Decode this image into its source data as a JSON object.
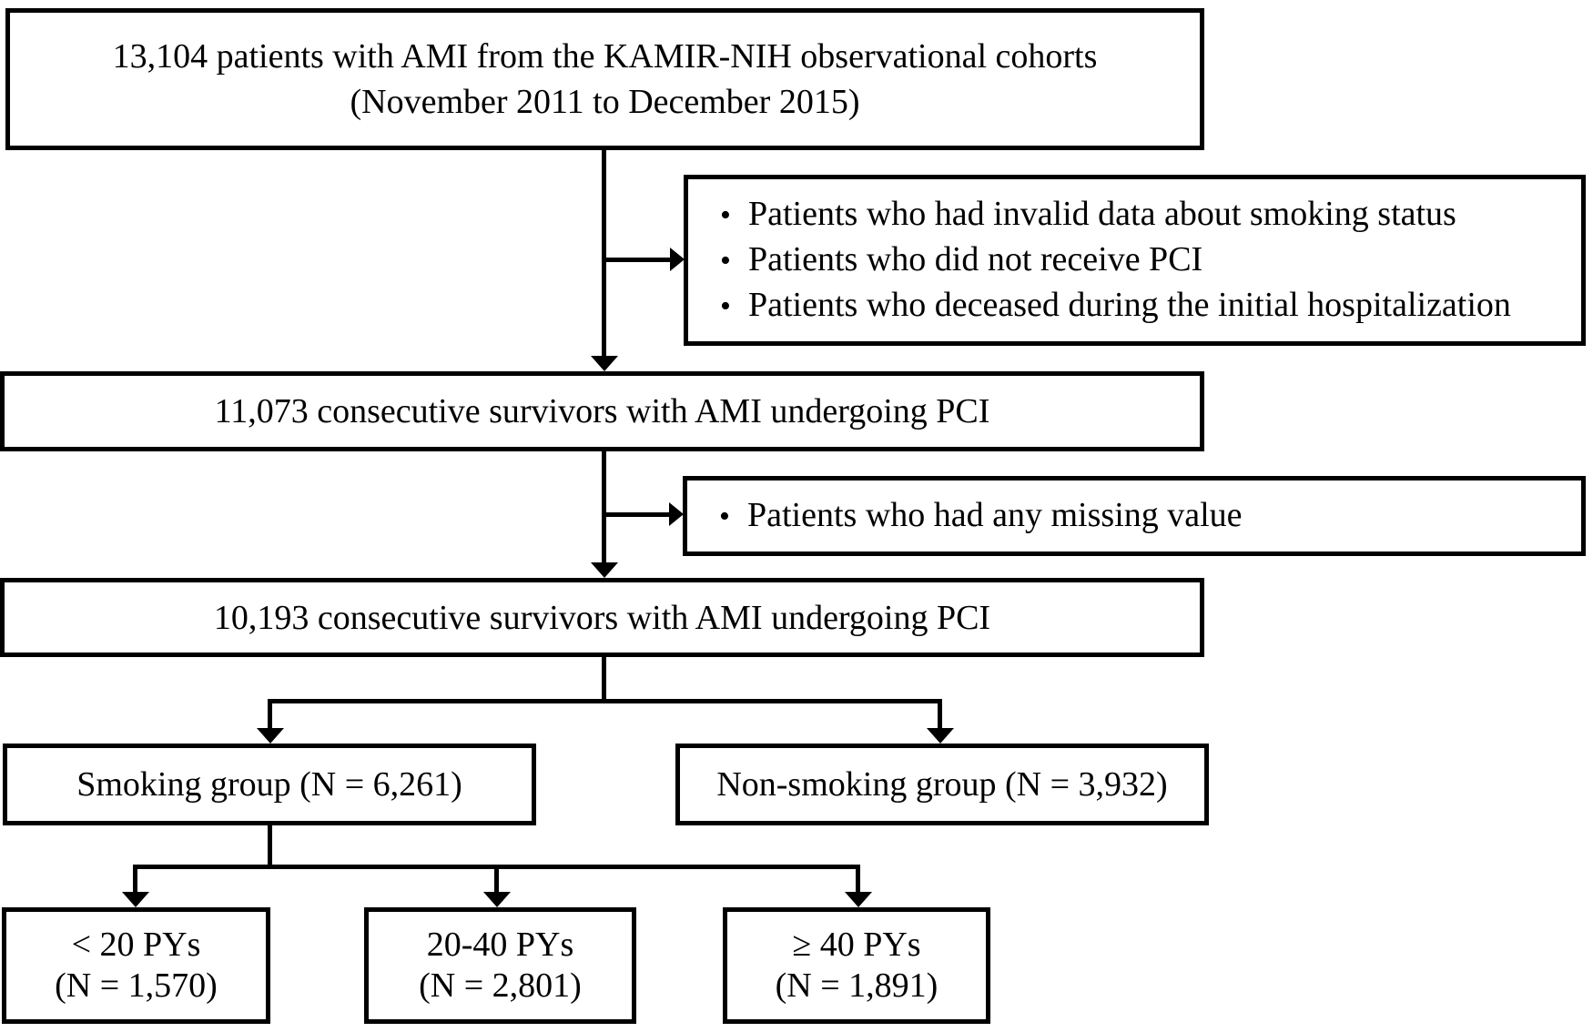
{
  "flow": {
    "bullet_glyph": "•",
    "box1": {
      "line1": "13,104 patients with AMI from the KAMIR-NIH observational cohorts",
      "line2": "(November 2011 to December 2015)"
    },
    "exclusion1": {
      "items": [
        "Patients who had invalid data about smoking status",
        "Patients who did not receive PCI",
        "Patients who deceased during the initial hospitalization"
      ]
    },
    "box2": {
      "label": "11,073 consecutive survivors with AMI undergoing PCI"
    },
    "exclusion2": {
      "items": [
        "Patients who had any missing value"
      ]
    },
    "box3": {
      "label": "10,193 consecutive survivors with AMI undergoing PCI"
    },
    "smoking_group": {
      "label": "Smoking group (N = 6,261)"
    },
    "non_smoking_group": {
      "label": "Non-smoking group (N = 3,932)"
    },
    "py_subgroups": [
      {
        "line1": "< 20 PYs",
        "line2": "(N = 1,570)"
      },
      {
        "line1": "20-40 PYs",
        "line2": "(N = 2,801)"
      },
      {
        "line1": "≥ 40 PYs",
        "line2": "(N = 1,891)"
      }
    ]
  },
  "colors": {
    "line": "#000000",
    "box_background": "#ffffff",
    "page_background": "#ffffff",
    "text": "#000000"
  }
}
